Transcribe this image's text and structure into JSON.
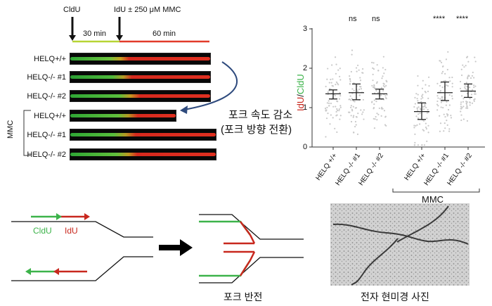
{
  "timeline": {
    "pulse1": "CldU",
    "pulse2": "IdU ± 250 μM MMC",
    "duration1": "30 min",
    "duration2": "60 min"
  },
  "fibers": {
    "rows": [
      {
        "label": "HELQ+/+"
      },
      {
        "label": "HELQ-/- #1"
      },
      {
        "label": "HELQ-/- #2"
      },
      {
        "label": "HELQ+/+"
      },
      {
        "label": "HELQ-/- #1"
      },
      {
        "label": "HELQ-/- #2"
      }
    ],
    "mmc_label": "MMC",
    "annotation_line1": "포크 속도 감소",
    "annotation_line2": "(포크 방향 전환)"
  },
  "chart_data": {
    "type": "scatter",
    "ylabel_idu": "IdU",
    "ylabel_sep": "/",
    "ylabel_cldu": "CldU",
    "ylim": [
      0,
      3
    ],
    "yticks": [
      "0",
      "1",
      "2",
      "3"
    ],
    "categories": [
      "HELQ +/+",
      "HELQ -/- #1",
      "HELQ -/- #2",
      "HELQ +/+",
      "HELQ -/- #1",
      "HELQ -/- #2"
    ],
    "means": [
      1.35,
      1.38,
      1.35,
      0.9,
      1.38,
      1.42
    ],
    "sd_low": [
      1.22,
      1.2,
      1.22,
      0.7,
      1.18,
      1.26
    ],
    "sd_high": [
      1.45,
      1.6,
      1.47,
      1.12,
      1.65,
      1.6
    ],
    "significance": [
      "",
      "ns",
      "ns",
      "",
      "****",
      "****"
    ],
    "group_label": "MMC",
    "grid": false,
    "legend": "none"
  },
  "bottom": {
    "cldu": "CldU",
    "idu": "IdU",
    "reversal_caption": "포크 반전",
    "em_caption": "전자 현미경 사진"
  },
  "colors": {
    "green": "#3cb34a",
    "red": "#c8281e",
    "blue": "#2e4a7d"
  }
}
